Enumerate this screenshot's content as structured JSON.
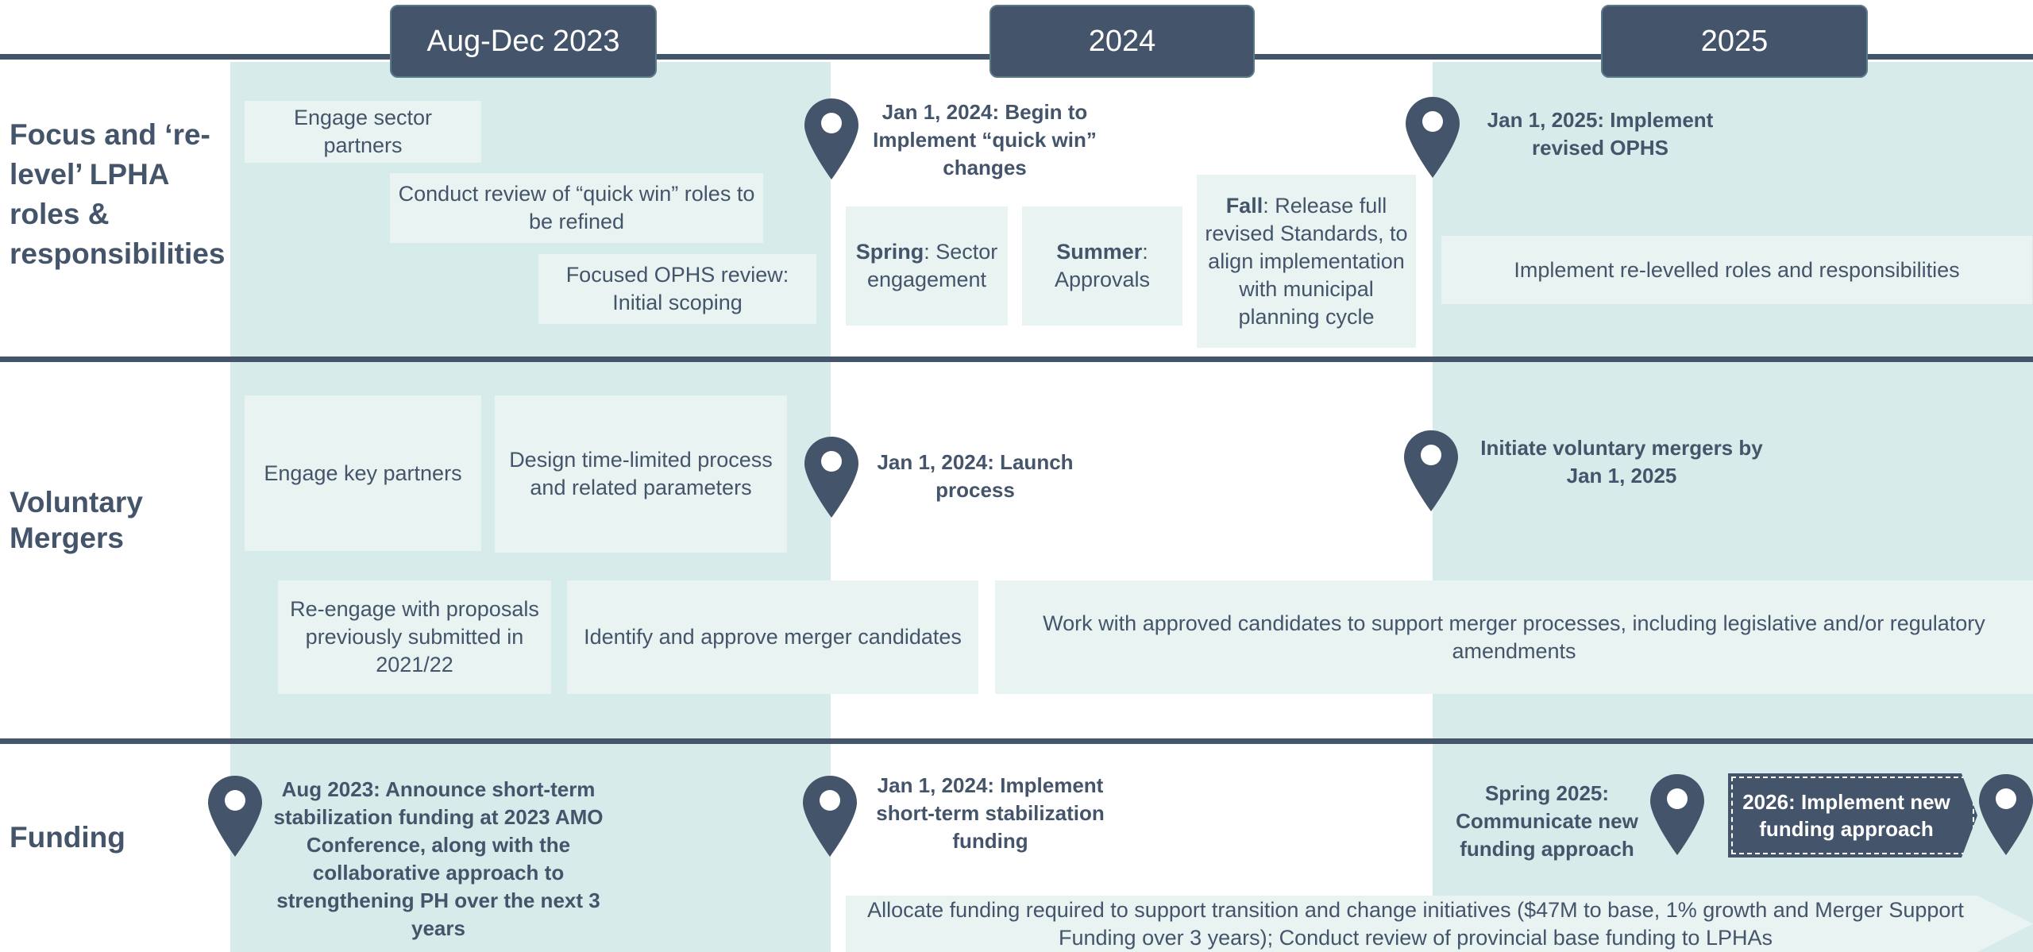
{
  "years": [
    "Aug-Dec 2023",
    "2024",
    "2025"
  ],
  "rows": {
    "focus": "Focus and ‘re-level’ LPHA roles & responsibilities",
    "mergers": "Voluntary Mergers",
    "funding": "Funding"
  },
  "focus": {
    "engage_sector": "Engage sector partners",
    "conduct_review": "Conduct review of “quick win” roles to be refined",
    "ophs_review": "Focused OPHS review: Initial scoping",
    "jan2024": "Jan 1, 2024: Begin to Implement “quick win” changes",
    "spring_bold": "Spring",
    "spring_text": ": Sector engagement",
    "summer_bold": "Summer",
    "summer_text": ": Approvals",
    "fall_bold": "Fall",
    "fall_text": ": Release full revised Standards, to align implementation with municipal planning cycle",
    "jan2025": "Jan 1, 2025: Implement revised OPHS",
    "relevel": "Implement re-levelled roles and responsibilities"
  },
  "mergers": {
    "engage_key": "Engage key partners",
    "design": "Design time-limited process and related parameters",
    "jan2024": "Jan 1, 2024: Launch process",
    "initiate": "Initiate voluntary mergers by Jan 1, 2025",
    "reengage": "Re-engage with proposals previously submitted in 2021/22",
    "identify": "Identify and approve merger candidates",
    "work": "Work with approved candidates to support merger processes, including legislative and/or regulatory amendments"
  },
  "funding": {
    "aug2023": "Aug 2023: Announce short-term stabilization funding at 2023 AMO Conference, along with the collaborative approach to strengthening PH over the next 3 years",
    "jan2024": "Jan 1, 2024: Implement short-term stabilization funding",
    "spring2025": "Spring 2025: Communicate new funding approach",
    "impl2026": "2026: Implement new funding approach",
    "allocate": "Allocate funding required to support transition and change initiatives ($47M to base, 1% growth and Merger Support Funding over 3 years); Conduct review of provincial base funding to LPHAs"
  },
  "colors": {
    "navy": "#44546a",
    "band": "#d6ebea",
    "box": "#e8f3f2"
  }
}
